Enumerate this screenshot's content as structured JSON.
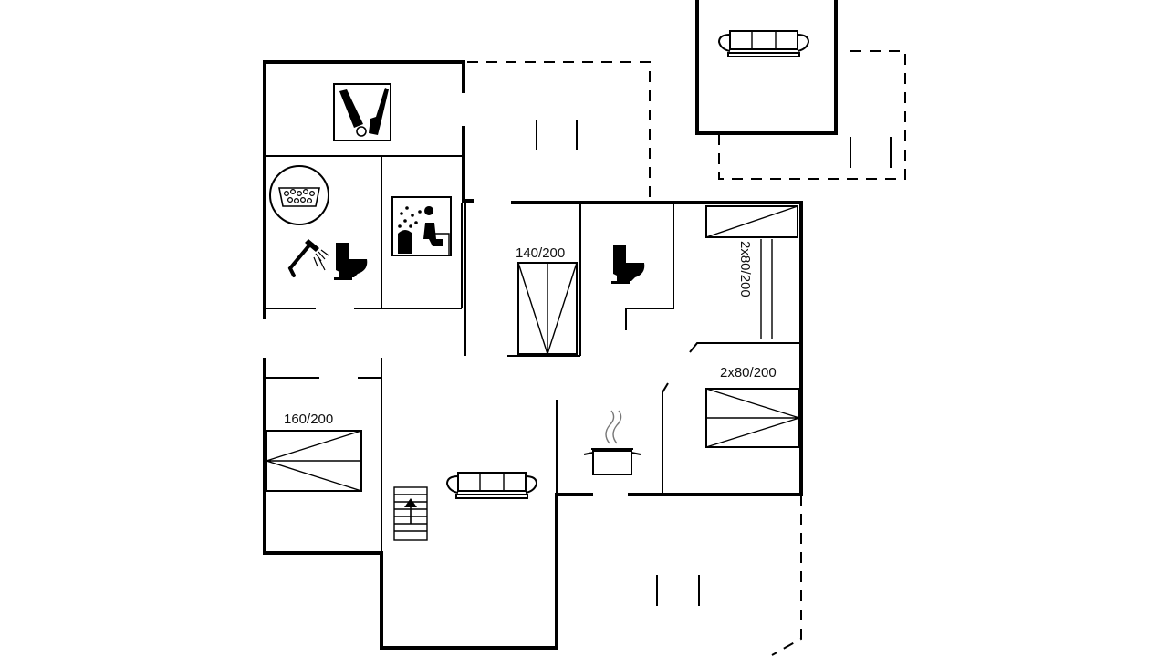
{
  "plan": {
    "labels": {
      "bed_140": "140/200",
      "bed_2x80_vertical": "2x80/200",
      "bed_2x80_horizontal": "2x80/200",
      "bed_160": "160/200"
    },
    "icons": [
      "utility-room-icon",
      "whirlpool-bathtub-icon",
      "shower-icon",
      "toilet-icon",
      "sauna-icon",
      "sofa-icon",
      "cooking-pot-icon",
      "staircase-icon"
    ],
    "colors": {
      "line": "#000000",
      "background": "#ffffff"
    }
  }
}
